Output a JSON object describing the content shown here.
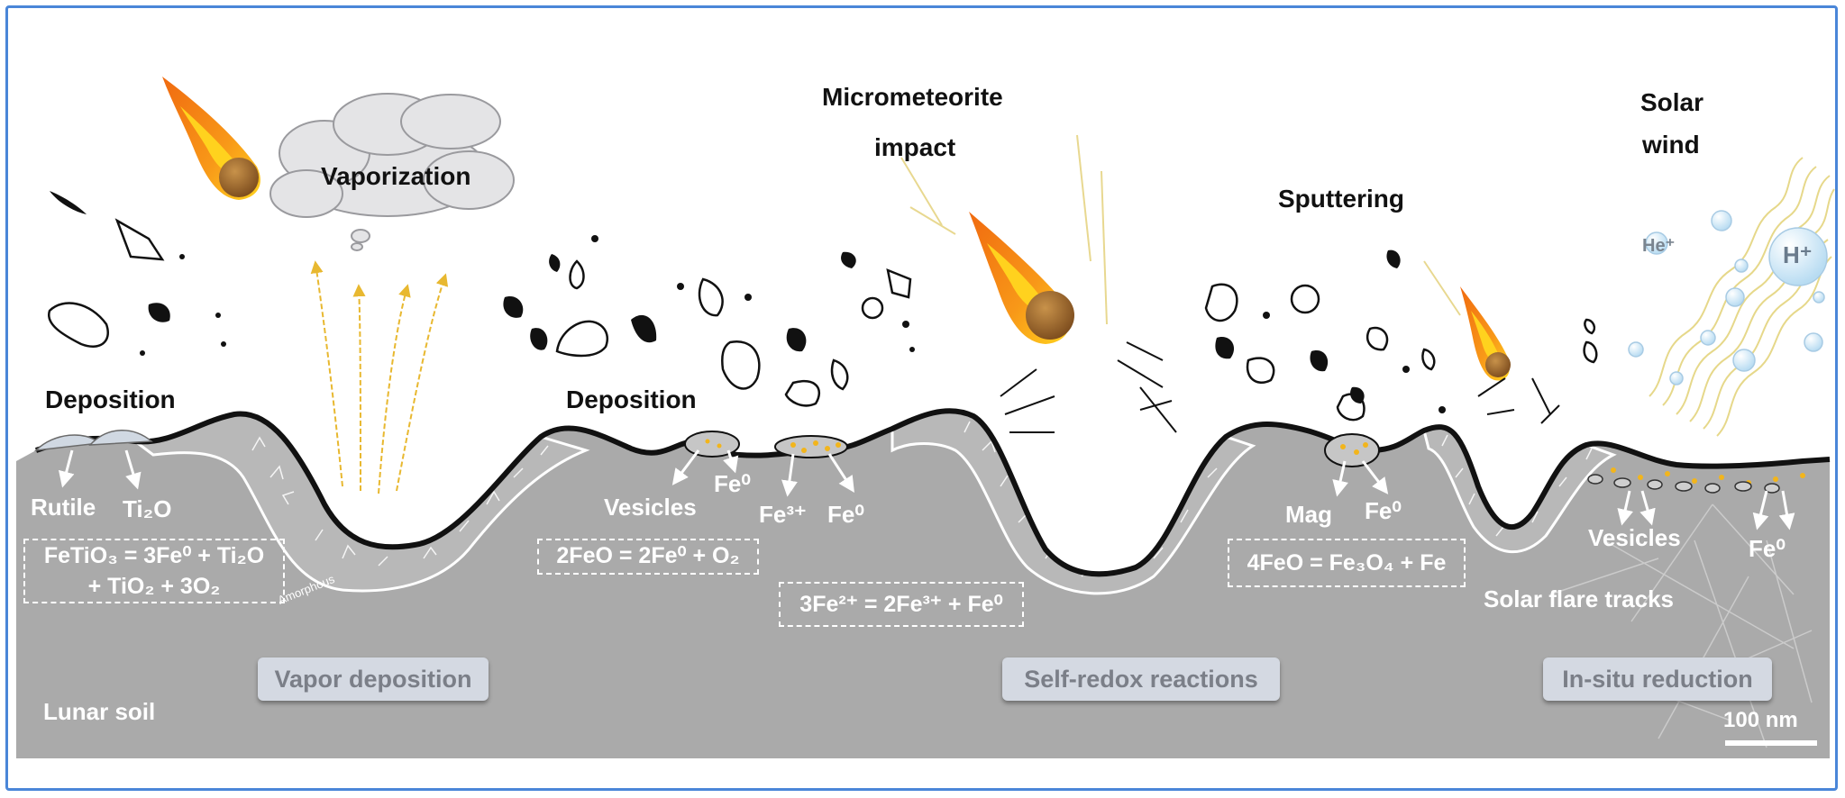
{
  "labels": {
    "deposition_left": "Deposition",
    "vaporization": "Vaporization",
    "deposition_mid": "Deposition",
    "micrometeorite_line1": "Micrometeorite",
    "micrometeorite_line2": "impact",
    "sputtering": "Sputtering",
    "solar_wind_line1": "Solar",
    "solar_wind_line2": "wind",
    "helium_ion": "He⁺",
    "hydrogen_ion": "H⁺",
    "rutile": "Rutile",
    "ti2o": "Ti₂O",
    "vesicles_mid": "Vesicles",
    "fe0_a": "Fe⁰",
    "fe3plus": "Fe³⁺",
    "fe0_b": "Fe⁰",
    "mag": "Mag",
    "fe0_c": "Fe⁰",
    "vesicles_right": "Vesicles",
    "fe0_d": "Fe⁰",
    "solar_flare_tracks": "Solar flare tracks",
    "lunar_soil": "Lunar soil",
    "amorphous": "Amorphous",
    "scale": "100 nm"
  },
  "equations": {
    "eq1_line1": "FeTiO₃ = 3Fe⁰ + Ti₂O",
    "eq1_line2": "+ TiO₂ + 3O₂",
    "eq2": "2FeO = 2Fe⁰ + O₂",
    "eq3": "3Fe²⁺ = 2Fe³⁺ + Fe⁰",
    "eq4": "4FeO = Fe₃O₄ + Fe"
  },
  "processes": {
    "vapor_deposition": "Vapor deposition",
    "self_redox": "Self-redox reactions",
    "in_situ": "In-situ reduction"
  },
  "colors": {
    "soil": "#aaaaaa",
    "frame": "#4a86d8",
    "fire_outer": "#f06a10",
    "fire_inner": "#ffd21e",
    "rock": "#9a6a32",
    "vapor_arrow": "#e8b830",
    "fe_dots": "#f2b51c",
    "button_bg": "#d4d9e2",
    "button_text": "#7b7f88"
  }
}
